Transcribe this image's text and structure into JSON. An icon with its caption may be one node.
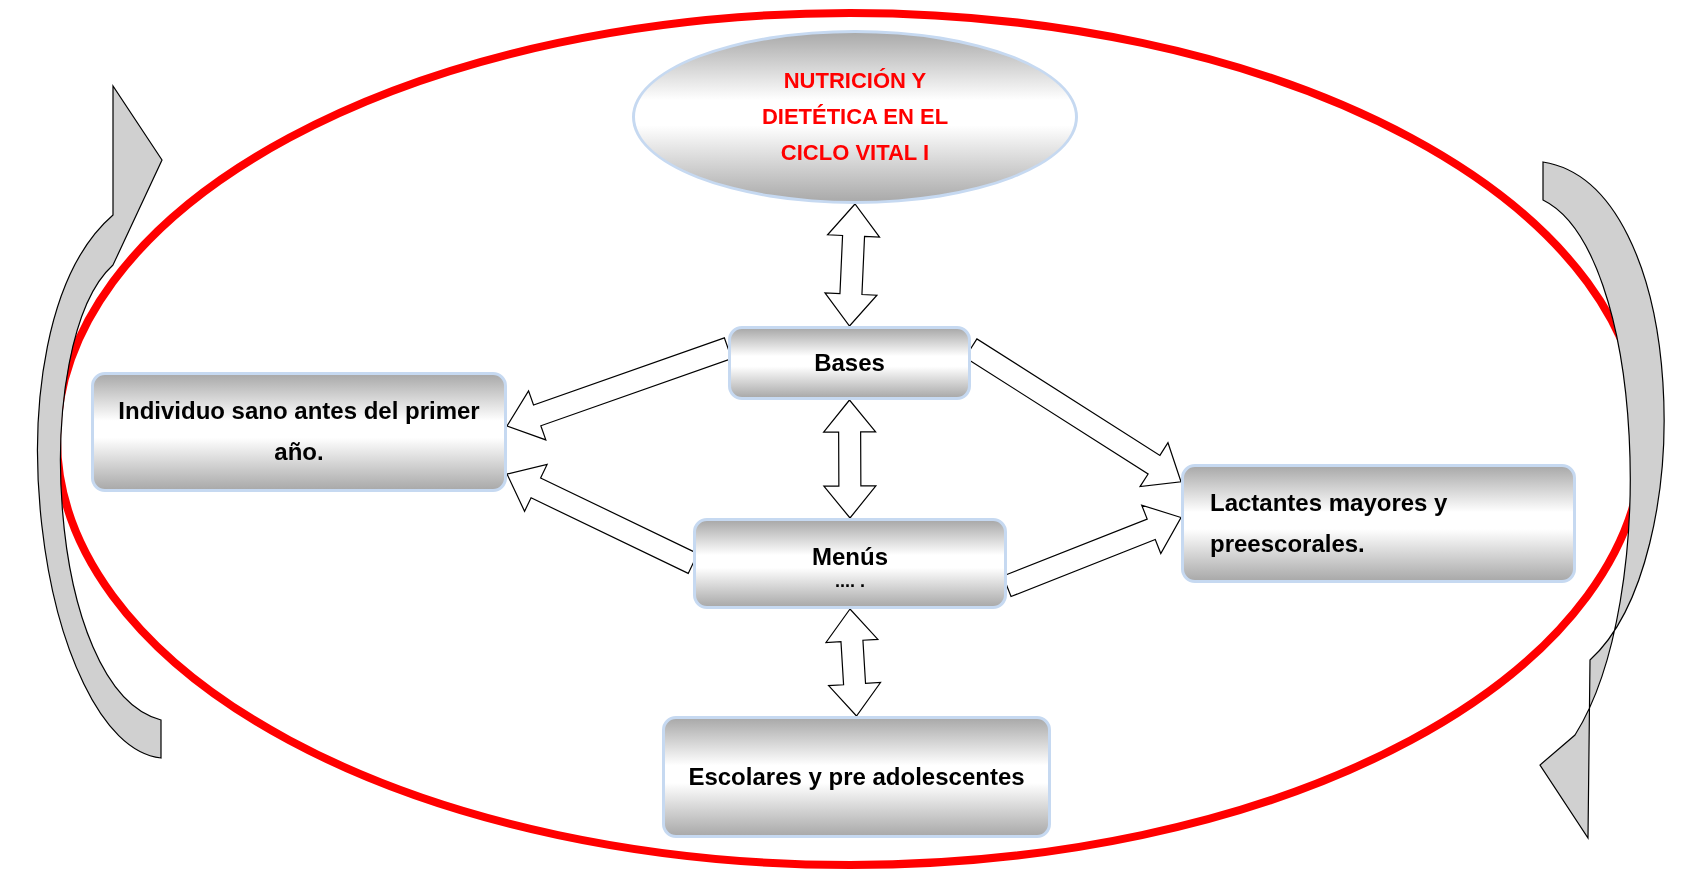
{
  "diagram": {
    "nodes": [
      {
        "text": [
          "NUTRICIÓN Y DIETÉTICA EN EL CICLO VITAL I"
        ]
      },
      {
        "text": [
          "Bases"
        ]
      },
      {
        "text": [
          "Individuo sano antes del primer año."
        ]
      },
      {
        "text": [
          "Lactantes mayores y preescorales."
        ]
      },
      {
        "text": [
          "Menús",
          ".... ."
        ]
      },
      {
        "text": [
          "Escolares y pre adolescentes"
        ]
      }
    ],
    "edges": [
      {
        "from": 0,
        "to": 1,
        "arrow": "both"
      },
      {
        "from": 1,
        "to": 2,
        "arrow": "to"
      },
      {
        "from": 1,
        "to": 3,
        "arrow": "to"
      },
      {
        "from": 1,
        "to": 4,
        "arrow": "both"
      },
      {
        "from": 4,
        "to": 2,
        "arrow": "to"
      },
      {
        "from": 4,
        "to": 3,
        "arrow": "to"
      },
      {
        "from": 4,
        "to": 5,
        "arrow": "both"
      }
    ]
  }
}
